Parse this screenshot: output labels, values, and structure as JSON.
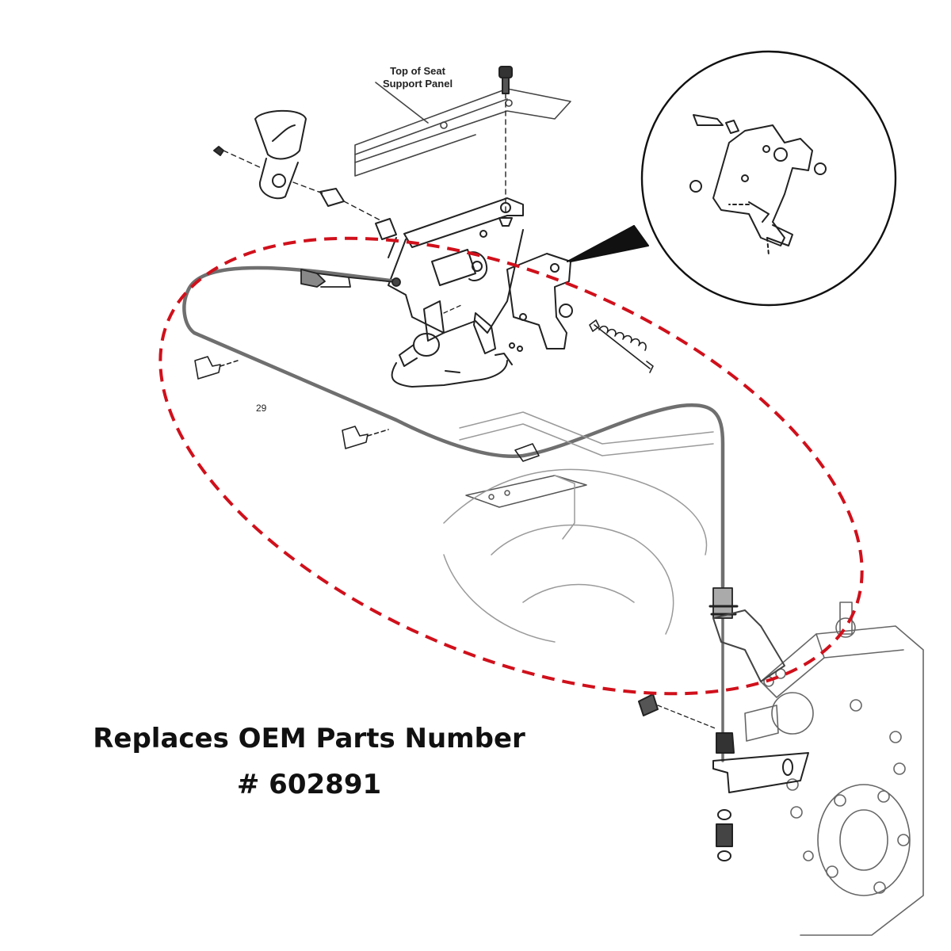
{
  "callout": {
    "line1": "Top of Seat",
    "line2": "Support Panel"
  },
  "part_number_label": "29",
  "caption": {
    "line1": "Replaces OEM Parts Number",
    "line2": "# 602891"
  },
  "colors": {
    "highlight": "#d0101b",
    "line_art": "#222222",
    "faint_line_art": "#9a9a9a",
    "cable": "#6f6f6f"
  },
  "icons": [
    "seat-support-panel",
    "pedal-lever",
    "cable-assembly",
    "inset-bracket-detail",
    "transaxle-housing",
    "wheel-hub"
  ]
}
